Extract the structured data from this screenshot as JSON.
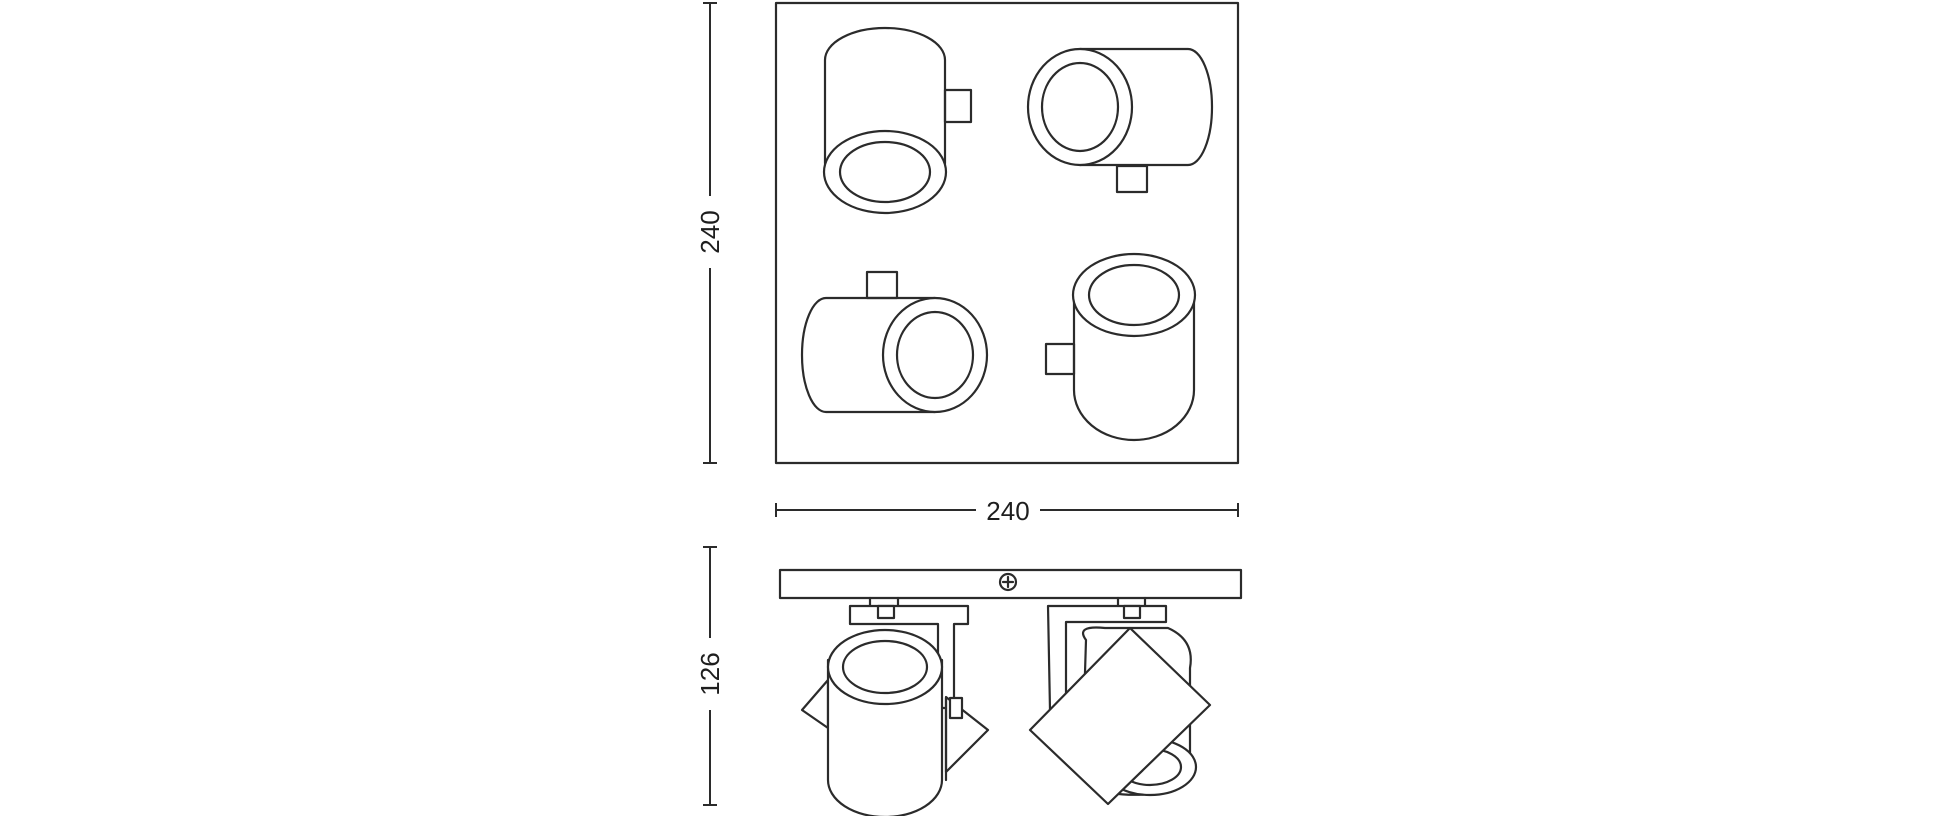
{
  "dimensions": {
    "width": "240",
    "depth": "240",
    "height": "126"
  }
}
